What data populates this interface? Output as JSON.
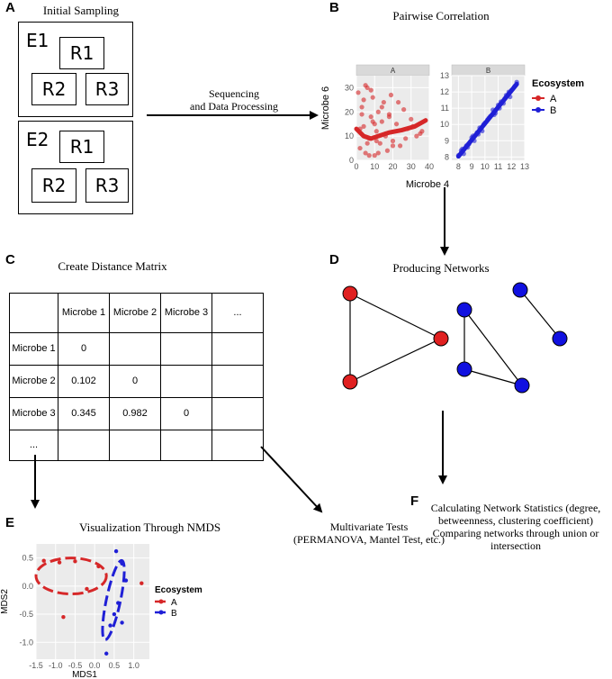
{
  "panel_letters": {
    "a": "A",
    "b": "B",
    "c": "C",
    "d": "D",
    "e": "E",
    "f": "F"
  },
  "panel_a": {
    "title": "Initial Sampling",
    "env1": {
      "label": "E1",
      "replicates": [
        "R1",
        "R2",
        "R3"
      ]
    },
    "env2": {
      "label": "E2",
      "replicates": [
        "R1",
        "R2",
        "R3"
      ]
    }
  },
  "arrow_label": {
    "line1": "Sequencing",
    "line2": "and Data Processing"
  },
  "panel_b": {
    "title": "Pairwise Correlation",
    "facet_a": "A",
    "facet_b": "B",
    "ylabel": "Microbe 6",
    "xlabel": "Microbe 4",
    "legend_title": "Ecosystem",
    "legend_items": [
      "A",
      "B"
    ],
    "facet_a_yticks": [
      "30",
      "20",
      "10",
      "0"
    ],
    "facet_a_xticks": [
      "0",
      "10",
      "20",
      "30",
      "40"
    ],
    "facet_b_yticks": [
      "13",
      "12",
      "11",
      "10",
      "9",
      "8"
    ],
    "facet_b_xticks": [
      "8",
      "9",
      "10",
      "11",
      "12",
      "13"
    ]
  },
  "panel_c": {
    "title": "Create Distance Matrix",
    "header": [
      "",
      "Microbe 1",
      "Microbe 2",
      "Microbe 3",
      "..."
    ],
    "rows": [
      [
        "Microbe 1",
        "0",
        "",
        "",
        ""
      ],
      [
        "Microbe 2",
        "0.102",
        "0",
        "",
        ""
      ],
      [
        "Microbe 3",
        "0.345",
        "0.982",
        "0",
        ""
      ],
      [
        "...",
        "",
        "",
        "",
        ""
      ]
    ]
  },
  "panel_d": {
    "title": "Producing Networks"
  },
  "panel_e": {
    "title": "Visualization Through NMDS",
    "ylabel": "MDS2",
    "xlabel": "MDS1",
    "legend_title": "Ecosystem",
    "legend_items": [
      "A",
      "B"
    ],
    "yticks": [
      "0.5",
      "0.0",
      "-0.5",
      "-1.0"
    ],
    "xticks": [
      "-1.5",
      "-1.0",
      "-0.5",
      "0.0",
      "0.5",
      "1.0"
    ]
  },
  "multivariate": {
    "line1": "Multivariate Tests",
    "line2": "(PERMANOVA, Mantel Test, etc.)"
  },
  "panel_f": {
    "line1": "Calculating Network Statistics (degree,",
    "line2": "betweenness, clustering coefficient)",
    "line3": "Comparing networks through union or",
    "line4": "intersection"
  },
  "colors": {
    "ecosystem_a": "#d62728",
    "ecosystem_b": "#1f1fd6",
    "panel_bg": "#ebebeb",
    "strip_bg": "#d9d9d9"
  },
  "chart_data": [
    {
      "type": "scatter",
      "title": "Pairwise Correlation",
      "xlabel": "Microbe 4",
      "ylabel": "Microbe 6",
      "facets": [
        {
          "name": "A",
          "xlim": [
            0,
            40
          ],
          "ylim": [
            0,
            35
          ],
          "trend": "loess",
          "x": [
            1,
            2,
            3,
            4,
            5,
            6,
            7,
            8,
            9,
            10,
            11,
            12,
            13,
            14,
            15,
            16,
            17,
            18,
            19,
            20,
            22,
            24,
            26,
            28,
            30,
            33,
            36,
            2,
            4,
            6,
            8,
            10,
            12,
            14,
            16,
            18,
            20,
            23,
            27,
            31,
            35,
            3,
            5,
            7,
            9,
            11
          ],
          "y": [
            28,
            5,
            22,
            14,
            3,
            30,
            9,
            18,
            26,
            2,
            12,
            20,
            7,
            16,
            24,
            11,
            4,
            19,
            27,
            8,
            15,
            6,
            21,
            13,
            17,
            10,
            12,
            13,
            25,
            7,
            29,
            15,
            3,
            22,
            10,
            18,
            6,
            24,
            9,
            14,
            11,
            19,
            31,
            2,
            16,
            8
          ]
        },
        {
          "name": "B",
          "xlim": [
            7.5,
            13
          ],
          "ylim": [
            7.8,
            13
          ],
          "trend": "linear",
          "x": [
            8,
            8.2,
            8.4,
            8.6,
            8.8,
            9,
            9.2,
            9.4,
            9.6,
            9.8,
            10,
            10.2,
            10.4,
            10.6,
            10.8,
            11,
            11.2,
            11.4,
            11.6,
            11.8,
            12,
            12.2,
            12.4,
            8.3,
            8.7,
            9.1,
            9.5,
            9.9,
            10.3,
            10.7,
            11.1,
            11.5,
            11.9,
            12.3
          ],
          "y": [
            8.1,
            8.4,
            8.2,
            8.7,
            8.8,
            9.2,
            9.0,
            9.5,
            9.8,
            9.6,
            10.1,
            10.3,
            10.5,
            10.9,
            10.7,
            11.2,
            11.4,
            11.3,
            11.8,
            12.0,
            12.1,
            12.3,
            12.6,
            8.5,
            8.6,
            9.3,
            9.4,
            10.0,
            10.4,
            10.6,
            11.0,
            11.6,
            11.7,
            12.4
          ]
        }
      ]
    },
    {
      "type": "scatter",
      "title": "Visualization Through NMDS",
      "xlabel": "MDS1",
      "ylabel": "MDS2",
      "xlim": [
        -1.5,
        1.4
      ],
      "ylim": [
        -1.3,
        0.75
      ],
      "series": [
        {
          "name": "A",
          "x": [
            -1.3,
            -0.9,
            -0.5,
            0.1,
            1.2,
            -0.8,
            -0.2
          ],
          "y": [
            0.45,
            0.42,
            0.44,
            0.35,
            0.05,
            -0.55,
            -0.05
          ]
        },
        {
          "name": "B",
          "x": [
            0.55,
            0.7,
            0.8,
            0.6,
            0.5,
            0.7,
            0.4,
            0.3
          ],
          "y": [
            0.62,
            0.4,
            0.1,
            -0.3,
            -0.5,
            -0.65,
            -0.7,
            -1.2
          ]
        }
      ]
    }
  ]
}
